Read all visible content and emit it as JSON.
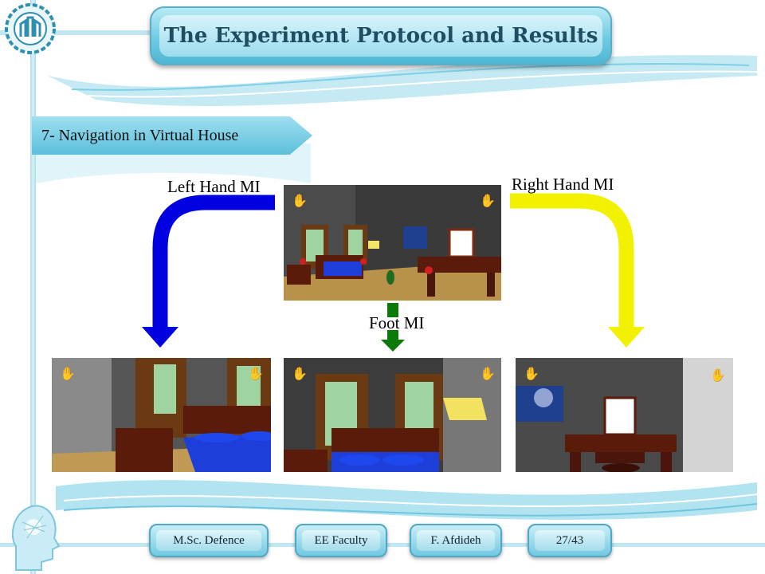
{
  "slide": {
    "title": "The Experiment Protocol and Results",
    "section": "7- Navigation in Virtual House"
  },
  "labels": {
    "left": "Left Hand MI",
    "right": "Right Hand MI",
    "foot": "Foot MI"
  },
  "arrows": {
    "left_color": "#0000e0",
    "right_color": "#f2f200",
    "foot_color": "#0b7a0b"
  },
  "icons": {
    "logo": "university-logo",
    "head": "brain-head-icon",
    "left_hand": "blue-hand-icon",
    "right_hand": "yellow-hand-icon"
  },
  "footer": {
    "items": [
      "M.Sc. Defence",
      "EE Faculty",
      "F. Afdideh",
      "27/43"
    ]
  },
  "colors": {
    "accent": "#6fcbe2",
    "title_text": "#1f4e63"
  }
}
